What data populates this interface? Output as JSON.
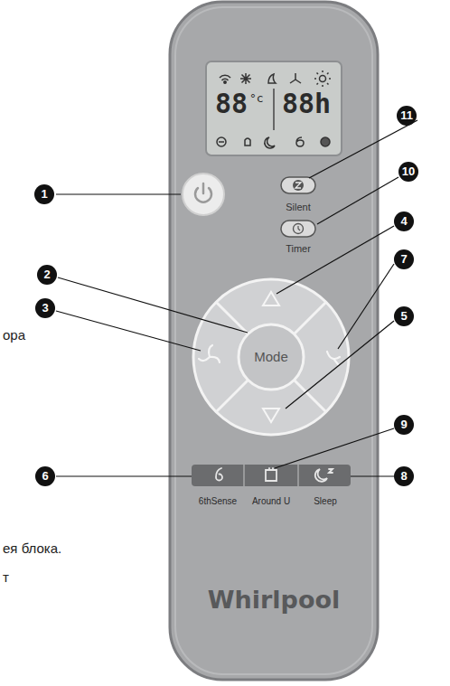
{
  "diagram": {
    "nodes": [
      {
        "text": [
          "Whirlpool"
        ]
      },
      {
        "text": [
          "88",
          "°c",
          "88h"
        ],
        "in": 0
      },
      {
        "text": [
          "Silent"
        ],
        "in": 0
      },
      {
        "text": [
          "Timer"
        ],
        "in": 0
      },
      {
        "text": [
          "Mode"
        ],
        "in": 0
      },
      {
        "text": [
          "6thSense"
        ],
        "in": 0
      },
      {
        "text": [
          "Around U"
        ],
        "in": 0
      },
      {
        "text": [
          "Sleep"
        ],
        "in": 0
      }
    ],
    "labels": [
      "11",
      "1",
      "10",
      "4",
      "7",
      "2",
      "3",
      "5",
      "9",
      "6",
      "8",
      "ора",
      "ея блока.",
      "т"
    ]
  }
}
